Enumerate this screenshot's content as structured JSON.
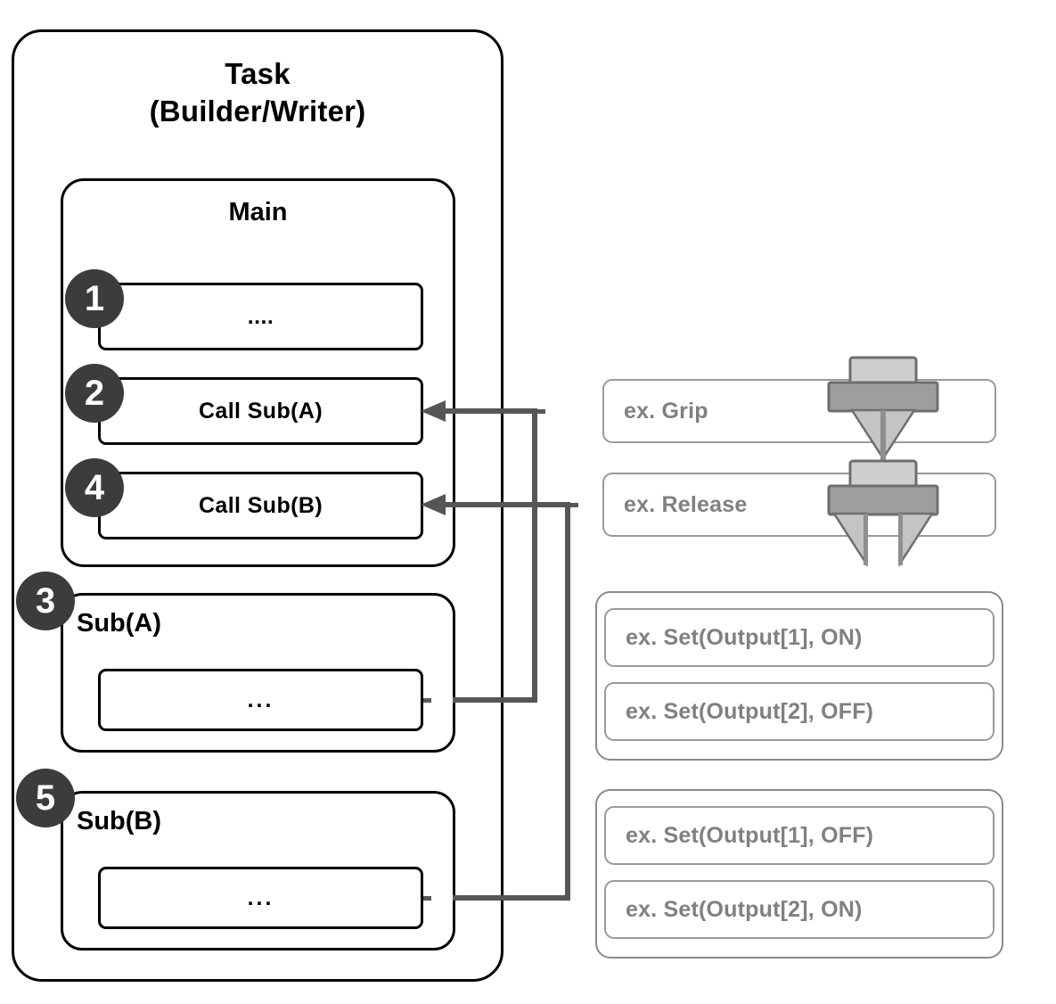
{
  "diagram": {
    "title": "Task Builder/Writer program structure",
    "task": {
      "title_line1": "Task",
      "title_line2": "(Builder/Writer)"
    },
    "main": {
      "title": "Main",
      "statements": [
        {
          "badge": "1",
          "label": "...."
        },
        {
          "badge": "2",
          "label": "Call  Sub(A)"
        },
        {
          "badge": "4",
          "label": "Call  Sub(B)"
        }
      ]
    },
    "subs": [
      {
        "badge": "3",
        "title": "Sub(A)",
        "body": "..."
      },
      {
        "badge": "5",
        "title": "Sub(B)",
        "body": "..."
      }
    ],
    "examples": {
      "gripper_actions": [
        {
          "label": "ex. Grip",
          "icon": "gripper-closed-icon"
        },
        {
          "label": "ex. Release",
          "icon": "gripper-open-icon"
        }
      ],
      "output_group_a": [
        "ex. Set(Output[1], ON)",
        "ex. Set(Output[2], OFF)"
      ],
      "output_group_b": [
        "ex. Set(Output[1], OFF)",
        "ex. Set(Output[2], ON)"
      ]
    },
    "colors": {
      "outline": "#000000",
      "badge_fill": "#3c3c3c",
      "badge_text": "#ffffff",
      "example_text": "#808080",
      "example_border": "#9a9a9a",
      "connector": "#565656",
      "icon_light": "#c9c9c9",
      "icon_dark": "#9e9e9e",
      "icon_stroke": "#6e6e6e"
    }
  }
}
